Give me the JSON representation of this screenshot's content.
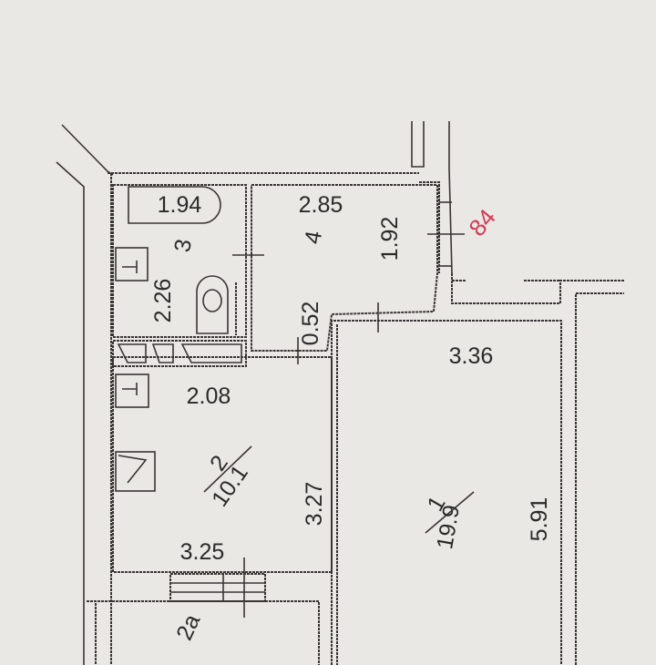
{
  "plan": {
    "apartment_number": "84",
    "accent_color": "#d23a55",
    "rooms": [
      {
        "id": "1",
        "label": "1",
        "area": "19.9",
        "width": "3.36",
        "length": "5.91"
      },
      {
        "id": "2",
        "label": "2",
        "area": "10.1",
        "width_top": "2.08",
        "width_bottom": "3.25",
        "length": "3.27"
      },
      {
        "id": "3",
        "label": "3",
        "bath": "1.94",
        "length": "2.26"
      },
      {
        "id": "4",
        "label": "4",
        "width": "2.85",
        "length": "1.92",
        "passage": "0.52"
      },
      {
        "id": "2a",
        "label": "2a"
      }
    ]
  }
}
